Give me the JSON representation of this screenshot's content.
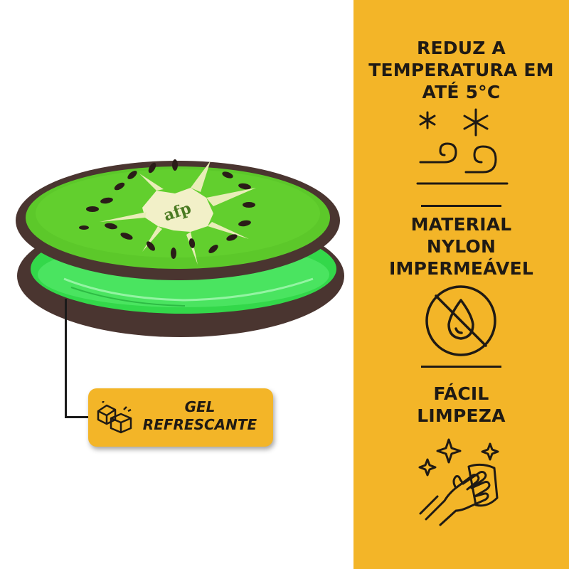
{
  "colors": {
    "accent": "#f3b528",
    "ink": "#1f1a14",
    "kiwi_green": "#5cc82a",
    "rim_brown": "#4a3530",
    "gel_green": "#33d84a"
  },
  "product": {
    "logo_text": "afp"
  },
  "callout": {
    "line1": "GEL",
    "line2": "REFRESCANTE",
    "icon": "ice-cubes-icon"
  },
  "features": [
    {
      "lines": [
        "REDUZ A",
        "TEMPERATURA EM",
        "ATÉ 5°C"
      ],
      "icon": "snowflake-wind-icon"
    },
    {
      "lines": [
        "MATERIAL",
        "NYLON",
        "IMPERMEÁVEL"
      ],
      "icon": "no-water-drop-icon"
    },
    {
      "lines": [
        "FÁCIL",
        "LIMPEZA"
      ],
      "icon": "hand-wipe-sparkle-icon"
    }
  ]
}
